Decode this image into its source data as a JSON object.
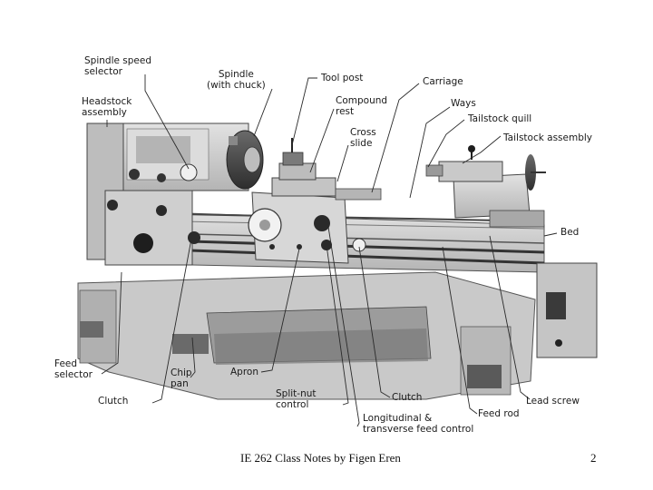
{
  "diagram": {
    "labels": {
      "spindle_speed_selector": "Spindle speed\nselector",
      "headstock_assembly": "Headstock\nassembly",
      "spindle_with_chuck": "Spindle\n(with chuck)",
      "tool_post": "Tool post",
      "compound_rest": "Compound\nrest",
      "cross_slide": "Cross\nslide",
      "carriage": "Carriage",
      "ways": "Ways",
      "tailstock_quill": "Tailstock quill",
      "tailstock_assembly": "Tailstock assembly",
      "bed": "Bed",
      "feed_selector": "Feed\nselector",
      "clutch_left": "Clutch",
      "chip_pan": "Chip\npan",
      "apron": "Apron",
      "split_nut_control": "Split-nut\ncontrol",
      "longitudinal_transverse_feed_control": "Longitudinal &\ntransverse feed control",
      "clutch_right": "Clutch",
      "feed_rod": "Feed rod",
      "lead_screw": "Lead screw"
    }
  },
  "footer": {
    "text": "IE 262 Class Notes by Figen Eren",
    "page_number": "2"
  }
}
